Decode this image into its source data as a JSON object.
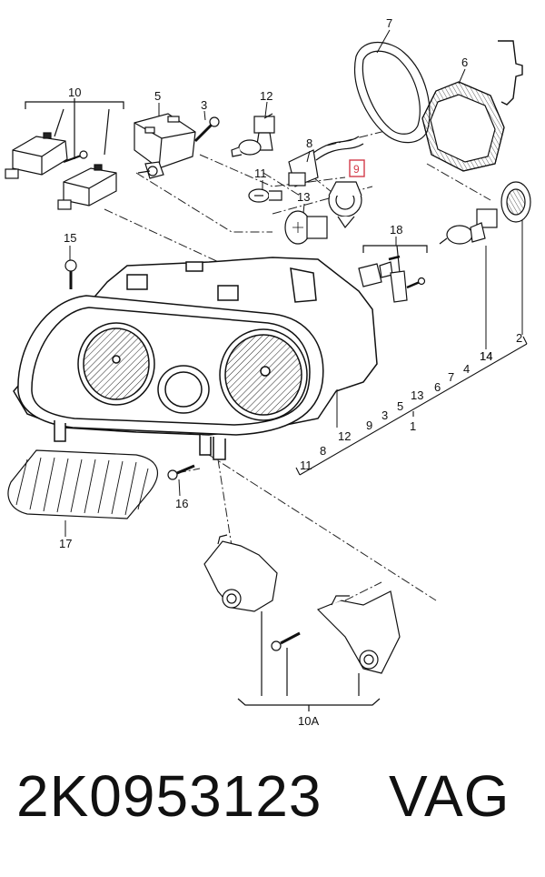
{
  "diagram": {
    "callouts": {
      "c1": "1",
      "c2": "2",
      "c3": "3",
      "c4": "4",
      "c5": "5",
      "c6": "6",
      "c7": "7",
      "c8": "8",
      "c9": "9",
      "c10": "10",
      "c10a": "10A",
      "c11": "11",
      "c12": "12",
      "c13": "13",
      "c14": "14",
      "c15": "15",
      "c16": "16",
      "c17": "17",
      "c18": "18"
    },
    "group_sequence": {
      "s11": "11",
      "s8": "8",
      "s12": "12",
      "s9": "9",
      "s3": "3",
      "s5": "5",
      "s13": "13",
      "s6": "6",
      "s7": "7",
      "s4": "4",
      "s14": "14",
      "s2": "2",
      "s1": "1"
    },
    "highlight_color": "#d33b4a"
  },
  "footer": {
    "part_number": "2K0953123",
    "brand": "VAG"
  }
}
